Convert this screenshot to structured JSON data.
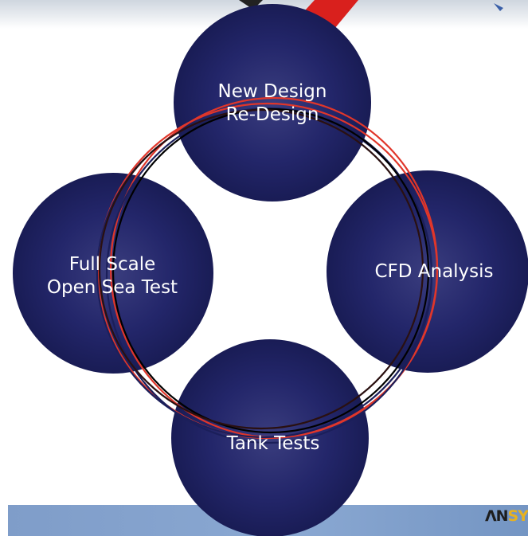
{
  "diagram": {
    "nodes": [
      {
        "id": "new-design",
        "lines": [
          "New Design",
          "Re-Design"
        ]
      },
      {
        "id": "cfd-analysis",
        "lines": [
          "CFD Analysis"
        ]
      },
      {
        "id": "tank-tests",
        "lines": [
          "Tank Tests"
        ]
      },
      {
        "id": "full-scale",
        "lines": [
          "Full Scale",
          "Open Sea Test"
        ]
      }
    ],
    "node_color": "#1b1f5a",
    "ring_colors": [
      "#e0362a",
      "#1b1f5a",
      "#000000"
    ]
  },
  "footer": {
    "logo_part1": "ΛN",
    "logo_part2": "SY"
  }
}
